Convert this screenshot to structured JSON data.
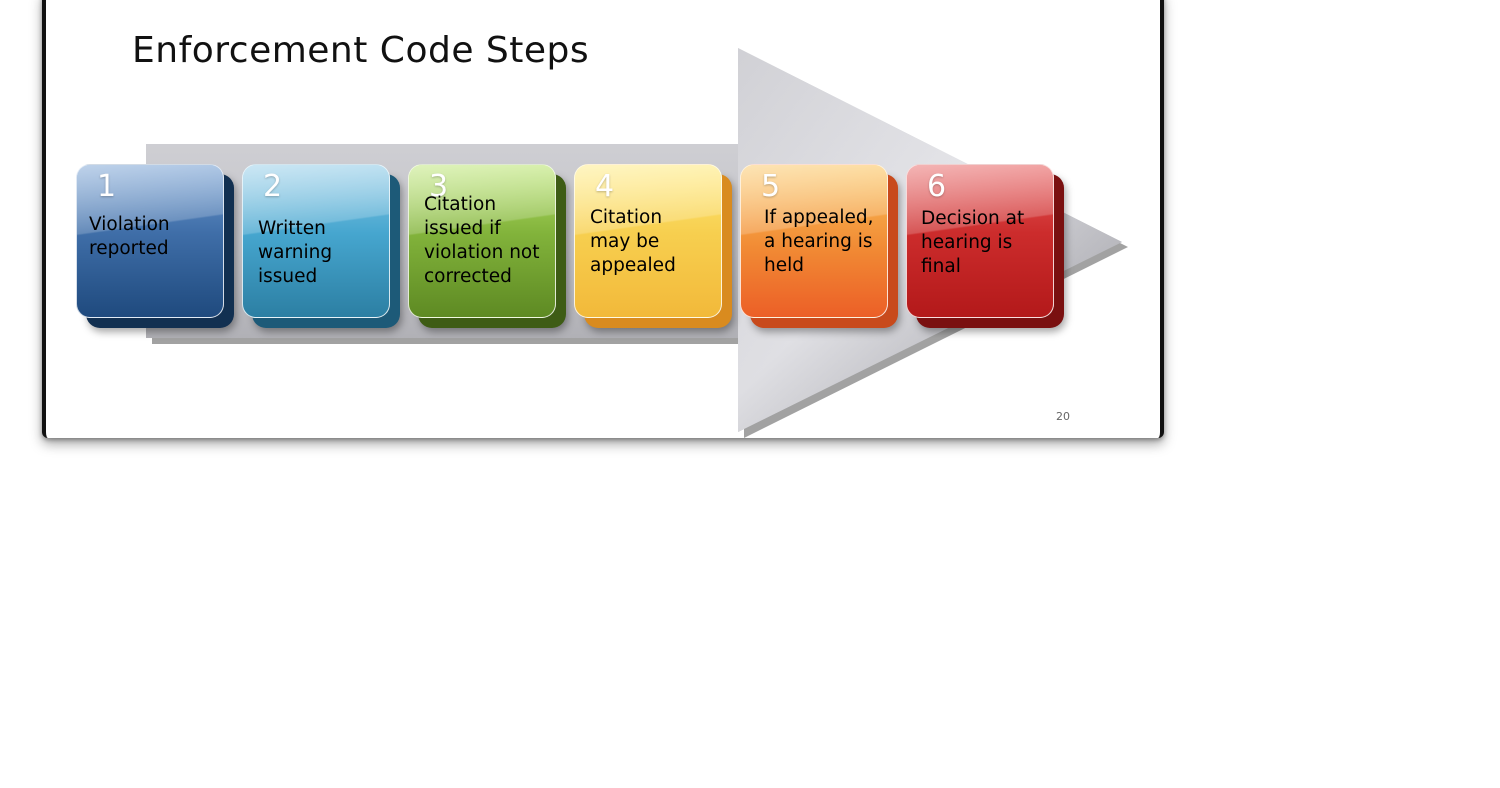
{
  "slide": {
    "title": "Enforcement Code Steps",
    "page_number": "20"
  },
  "steps": [
    {
      "number": "1",
      "text": "Violation reported",
      "color_top": "#6f9bd0",
      "color_bottom": "#1f4a7e",
      "color_dark": "#123051"
    },
    {
      "number": "2",
      "text": "Written warning issued",
      "color_top": "#8cc9e6",
      "color_bottom": "#2c7fa3",
      "color_dark": "#1d5a78"
    },
    {
      "number": "3",
      "text": "Citation issued if violation not corrected",
      "color_top": "#b7e36a",
      "color_bottom": "#5e8a23",
      "color_dark": "#3e5c15"
    },
    {
      "number": "4",
      "text": "Citation may be appealed",
      "color_top": "#ffe978",
      "color_bottom": "#f2b93a",
      "color_dark": "#d98b1f"
    },
    {
      "number": "5",
      "text": "If appealed, a hearing is held",
      "color_top": "#fbc35a",
      "color_bottom": "#ec5f27",
      "color_dark": "#c84a1c"
    },
    {
      "number": "6",
      "text": "Decision at hearing is final",
      "color_top": "#e65a5a",
      "color_bottom": "#b3191a",
      "color_dark": "#7a1010"
    }
  ]
}
